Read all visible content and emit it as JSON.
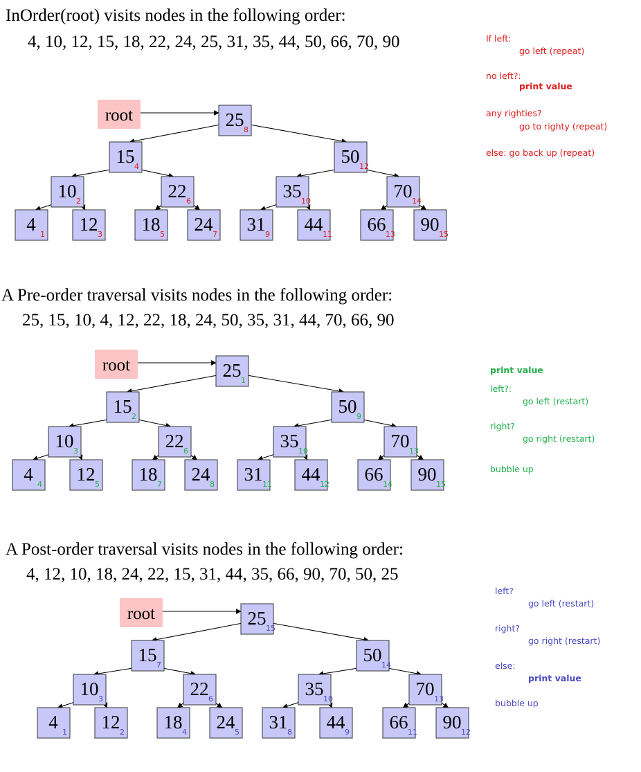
{
  "colors": {
    "node_fill": "#c8c8f8",
    "node_stroke": "#333333",
    "root_fill": "#fcc4c4",
    "edge": "#000000",
    "inorder_accent": "#dd1d1d",
    "preorder_accent": "#22b04a",
    "postorder_accent": "#4a4ac4"
  },
  "root_label": "root",
  "tree_values": [
    "25",
    "15",
    "50",
    "10",
    "22",
    "35",
    "70",
    "4",
    "12",
    "18",
    "24",
    "31",
    "44",
    "66",
    "90"
  ],
  "sections": [
    {
      "heading": "InOrder(root) visits nodes in the following order:",
      "sequence": "4, 10, 12, 15, 18, 22, 24, 25, 31, 35, 44, 50, 66, 70, 90",
      "visit_numbers": [
        "8",
        "4",
        "12",
        "2",
        "6",
        "10",
        "14",
        "1",
        "3",
        "5",
        "7",
        "9",
        "11",
        "13",
        "15"
      ],
      "notes": [
        {
          "text": "If left:",
          "bold": false
        },
        {
          "text": "go left (repeat)",
          "bold": false
        },
        {
          "text": "no left?:",
          "bold": false
        },
        {
          "text": "print value",
          "bold": true
        },
        {
          "text": "any righties?",
          "bold": false
        },
        {
          "text": "go to righty (repeat)",
          "bold": false
        },
        {
          "text": "else: go back up (repeat)",
          "bold": false
        }
      ]
    },
    {
      "heading": "A Pre-order traversal visits nodes in the following order:",
      "sequence": "25, 15, 10, 4, 12, 22, 18, 24, 50, 35, 31, 44, 70, 66, 90",
      "visit_numbers": [
        "1",
        "2",
        "9",
        "3",
        "6",
        "10",
        "13",
        "4",
        "5",
        "7",
        "8",
        "11",
        "12",
        "14",
        "15"
      ],
      "notes": [
        {
          "text": "print value",
          "bold": true
        },
        {
          "text": "left?:",
          "bold": false
        },
        {
          "text": "go left (restart)",
          "bold": false
        },
        {
          "text": "right?",
          "bold": false
        },
        {
          "text": "go right (restart)",
          "bold": false
        },
        {
          "text": "bubble up",
          "bold": false
        }
      ]
    },
    {
      "heading": "A Post-order traversal visits nodes in the following order:",
      "sequence": "4, 12, 10, 18, 24, 22, 15, 31, 44, 35, 66, 90, 70, 50, 25",
      "visit_numbers": [
        "15",
        "7",
        "14",
        "3",
        "6",
        "10",
        "13",
        "1",
        "2",
        "4",
        "5",
        "8",
        "9",
        "11",
        "12"
      ],
      "notes": [
        {
          "text": "left?",
          "bold": false
        },
        {
          "text": "go left (restart)",
          "bold": false
        },
        {
          "text": "right?",
          "bold": false
        },
        {
          "text": "go right (restart)",
          "bold": false
        },
        {
          "text": "else:",
          "bold": false
        },
        {
          "text": "print value",
          "bold": true
        },
        {
          "text": "bubble up",
          "bold": false
        }
      ]
    }
  ]
}
